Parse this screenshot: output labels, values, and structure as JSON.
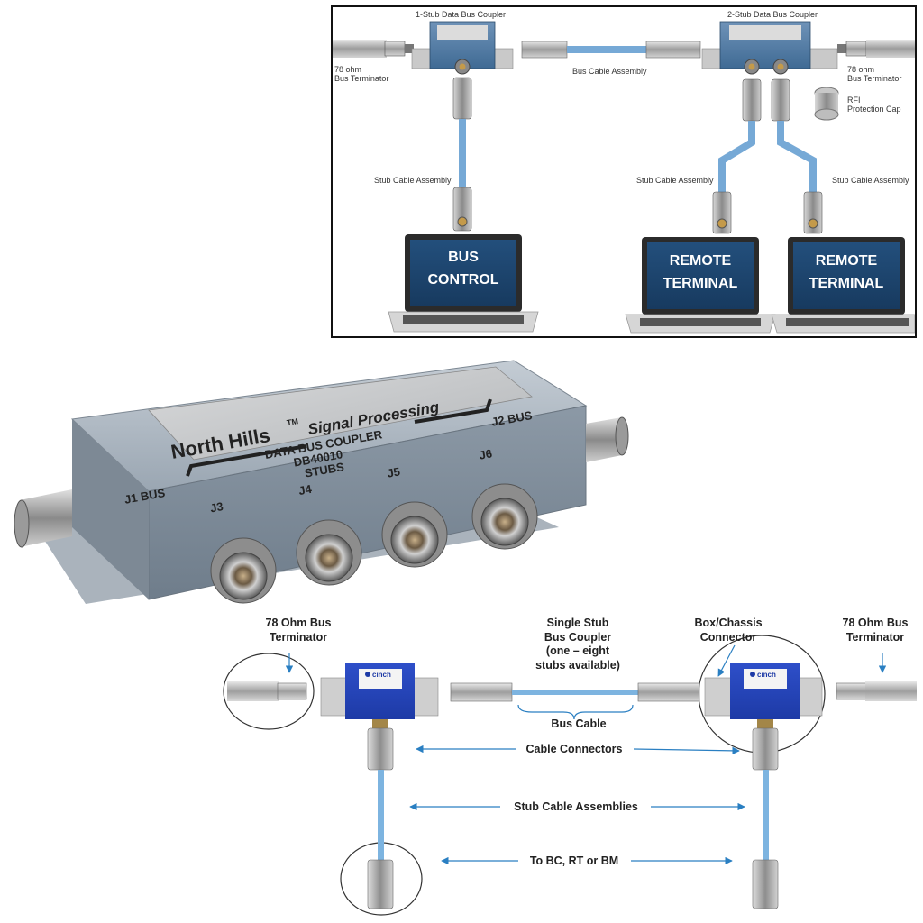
{
  "top": {
    "one_stub_coupler": "1-Stub Data Bus Coupler",
    "two_stub_coupler": "2-Stub Data Bus Coupler",
    "terminator_left_1": "78 ohm",
    "terminator_left_2": "Bus Terminator",
    "terminator_right_1": "78 ohm",
    "terminator_right_2": "Bus Terminator",
    "bus_cable": "Bus Cable Assembly",
    "rfi_1": "RFI",
    "rfi_2": "Protection Cap",
    "stub_left": "Stub Cable Assembly",
    "stub_mid": "Stub Cable Assembly",
    "stub_right": "Stub Cable Assembly",
    "laptop1": {
      "line1": "BUS",
      "line2": "CONTROL"
    },
    "laptop2": {
      "line1": "REMOTE",
      "line2": "TERMINAL"
    },
    "laptop3": {
      "line1": "REMOTE",
      "line2": "TERMINAL"
    }
  },
  "photo": {
    "brand": "North Hills",
    "tm": "TM",
    "brand_sub": "Signal Processing",
    "line1": "DATA BUS COUPLER",
    "line2": "DB40010",
    "stubs": "STUBS",
    "j1": "J1 BUS",
    "j2": "J2 BUS",
    "j3": "J3",
    "j4": "J4",
    "j5": "J5",
    "j6": "J6"
  },
  "bottom": {
    "term_left_1": "78 Ohm Bus",
    "term_left_2": "Terminator",
    "single_stub_1": "Single Stub",
    "single_stub_2": "Bus Coupler",
    "single_stub_3": "(one – eight",
    "single_stub_4": "stubs available)",
    "box_1": "Box/Chassis",
    "box_2": "Connector",
    "term_right_1": "78 Ohm Bus",
    "term_right_2": "Terminator",
    "bus_cable": "Bus Cable",
    "cable_connectors": "Cable Connectors",
    "stub_assemblies": "Stub Cable Assemblies",
    "to_bc": "To BC, RT or BM",
    "cinch": "cinch"
  }
}
